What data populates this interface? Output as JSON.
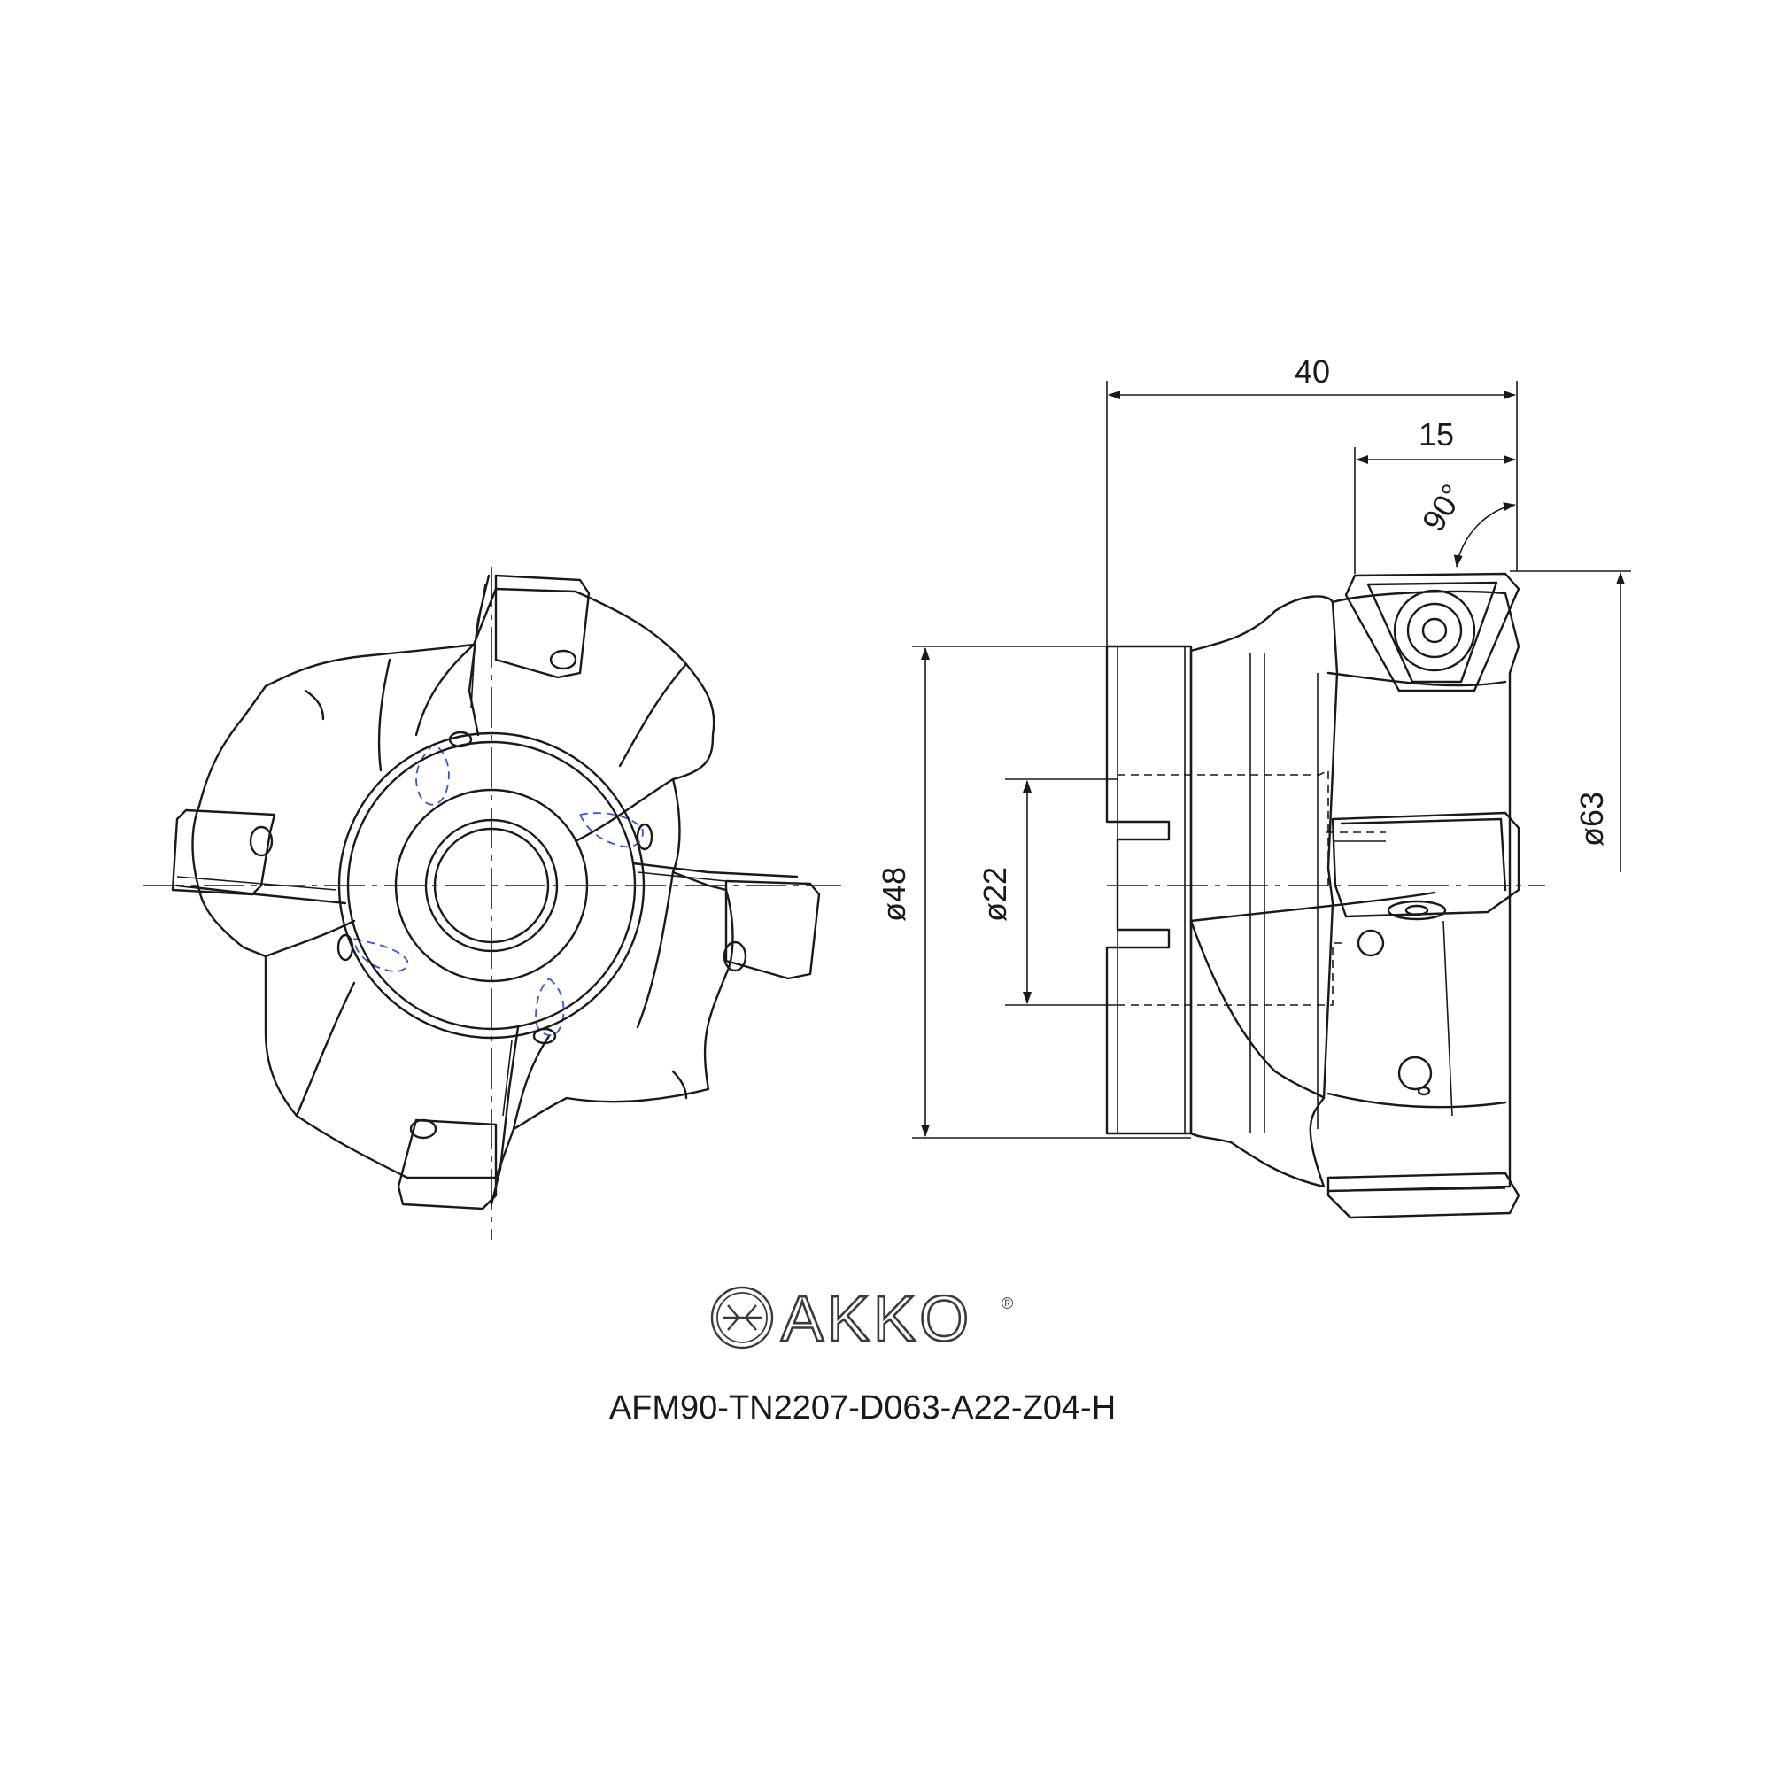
{
  "dimensions": {
    "overall_length": "40",
    "insert_length": "15",
    "angle": "90°",
    "dia_cutting": "ø63",
    "dia_body": "ø48",
    "dia_bore": "ø22"
  },
  "brand": {
    "name": "AKKO",
    "registered_mark": "®"
  },
  "part_number": "AFM90-TN2207-D063-A22-Z04-H"
}
